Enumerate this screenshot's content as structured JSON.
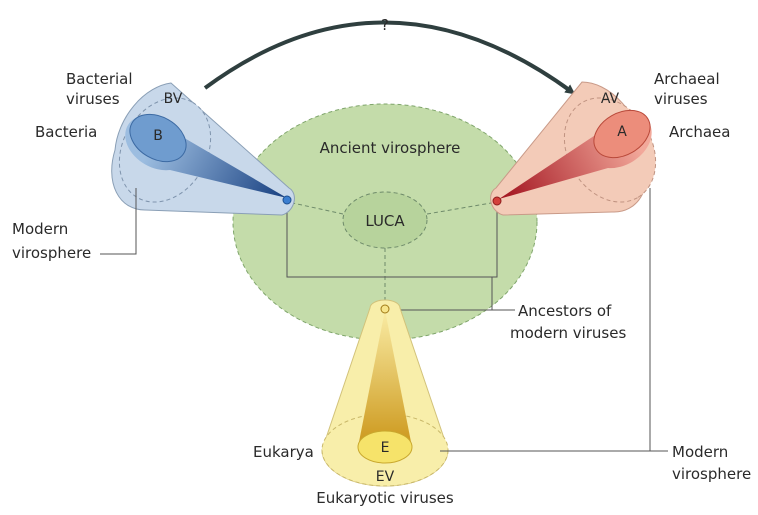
{
  "question_mark": "?",
  "ancient_virosphere": "Ancient virosphere",
  "luca": "LUCA",
  "bacteria": {
    "outer": "BV",
    "inner": "B",
    "viruses_label": [
      "Bacterial",
      "viruses"
    ],
    "domain_label": "Bacteria"
  },
  "archaea": {
    "outer": "AV",
    "inner": "A",
    "viruses_label": [
      "Archaeal",
      "viruses"
    ],
    "domain_label": "Archaea"
  },
  "eukarya": {
    "outer": "EV",
    "inner": "E",
    "viruses_label": "Eukaryotic viruses",
    "domain_label": "Eukarya"
  },
  "modern_virosphere_left": [
    "Modern",
    "virosphere"
  ],
  "modern_virosphere_right": [
    "Modern",
    "virosphere"
  ],
  "ancestors_label": [
    "Ancestors of",
    "modern viruses"
  ],
  "colors": {
    "ancient_fill": "#c4dcaa",
    "ancient_stroke": "#7fa56b",
    "bacteria_outer": "#c8d8ea",
    "bacteria_inner": "#2a5a9a",
    "archaea_outer": "#f3cbb8",
    "archaea_inner": "#b8202a",
    "eukarya_outer": "#f8eeaa",
    "eukarya_inner": "#d6a21e",
    "arrow": "#2f3f3f"
  }
}
